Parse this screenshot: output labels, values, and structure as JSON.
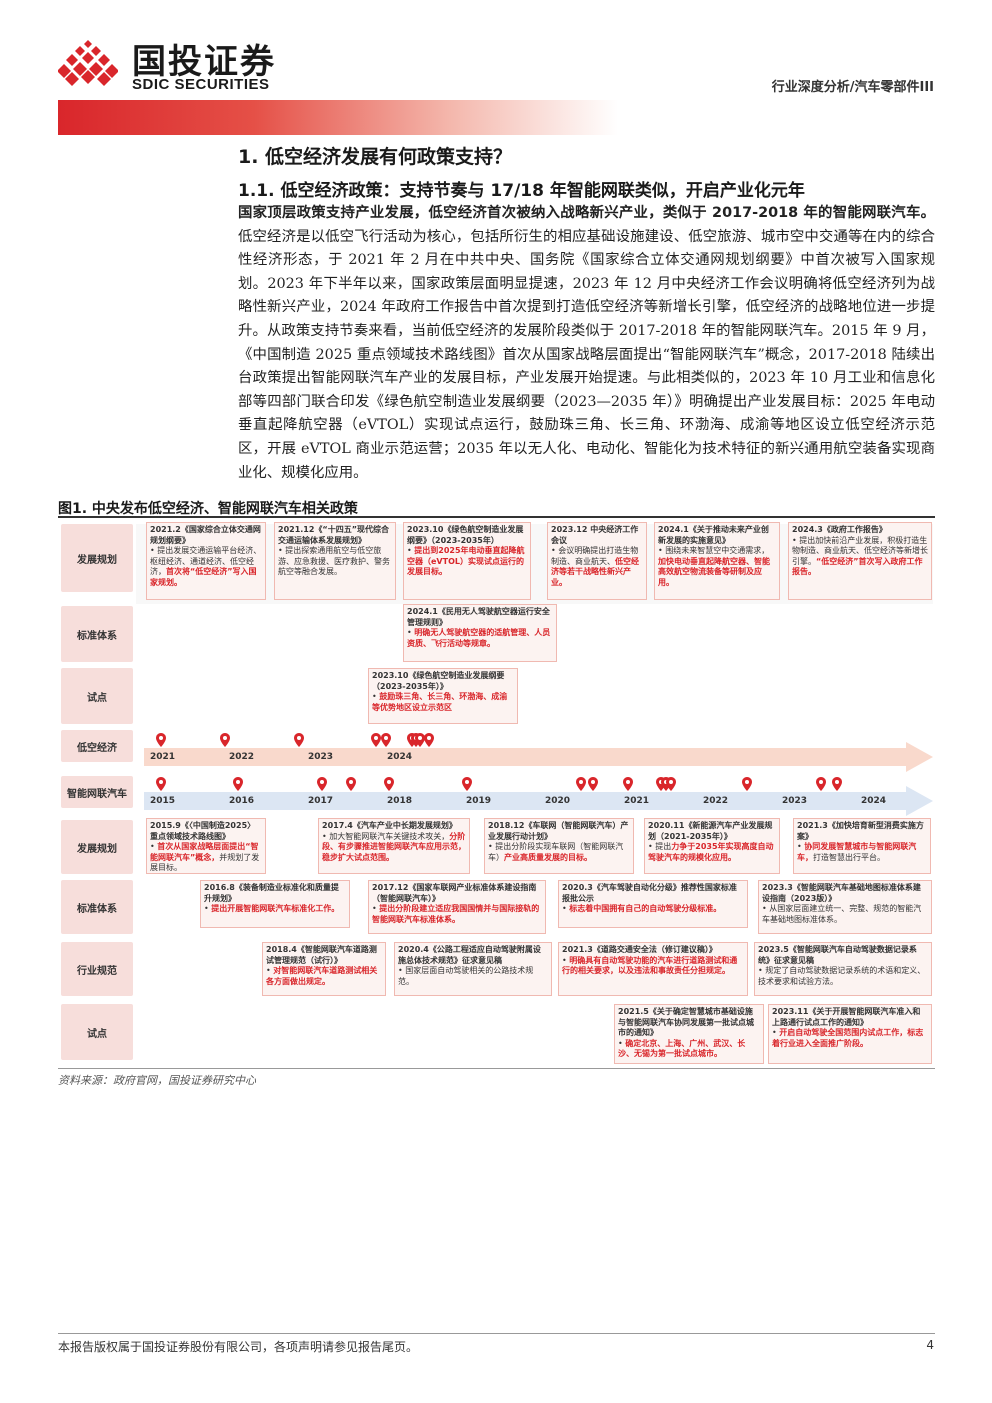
{
  "header": {
    "logo_cn": "国投证券",
    "logo_en": "SDIC SECURITIES",
    "category": "行业深度分析/汽车零部件III"
  },
  "section": {
    "h1": "1. 低空经济发展有何政策支持？",
    "h2": "1.1. 低空经济政策：支持节奏与 17/18 年智能网联类似，开启产业化元年",
    "lead_bold": "国家顶层政策支持产业发展，低空经济首次被纳入战略新兴产业，类似于 2017-2018 年的智能网联汽车。",
    "body": "低空经济是以低空飞行活动为核心，包括所衍生的相应基础设施建设、低空旅游、城市空中交通等在内的综合性经济形态，于 2021 年 2 月在中共中央、国务院《国家综合立体交通网规划纲要》中首次被写入国家规划。2023 年下半年以来，国家政策层面明显提速，2023 年 12 月中央经济工作会议明确将低空经济列为战略性新兴产业，2024 年政府工作报告中首次提到打造低空经济等新增长引擎，低空经济的战略地位进一步提升。从政策支持节奏来看，当前低空经济的发展阶段类似于 2017-2018 年的智能网联汽车。2015 年 9 月，《中国制造 2025 重点领域技术路线图》首次从国家战略层面提出“智能网联汽车”概念，2017-2018 陆续出台政策提出智能网联汽车产业的发展目标，产业发展开始提速。与此相类似的，2023 年 10 月工业和信息化部等四部门联合印发《绿色航空制造业发展纲要（2023—2035 年）》明确提出产业发展目标：2025 年电动垂直起降航空器（eVTOL）实现试点运行，鼓励珠三角、长三角、环渤海、成渝等地区设立低空经济示范区，开展 eVTOL 商业示范运营；2035 年以无人化、电动化、智能化为技术特征的新兴通用航空装备实现商业化、规模化应用。"
  },
  "figure": {
    "title": "图1. 中央发布低空经济、智能网联汽车相关政策",
    "rows": {
      "low_dev": "发展规划",
      "low_std": "标准体系",
      "low_trial": "试点",
      "low_axis": "低空经济",
      "ev_axis": "智能网联汽车",
      "ev_dev": "发展规划",
      "ev_std": "标准体系",
      "ev_norm": "行业规范",
      "ev_trial": "试点"
    },
    "low_years": [
      "2021",
      "2022",
      "2023",
      "2024"
    ],
    "ev_years": [
      "2015",
      "2016",
      "2017",
      "2018",
      "2019",
      "2020",
      "2021",
      "2022",
      "2023",
      "2024"
    ],
    "low_cards": {
      "c1": {
        "d": "2021.2《国家综合立体交通网规划纲要》",
        "t": "• 提出发展交通运输平台经济、枢纽经济、通道经济、低空经济，",
        "r": "首次将“低空经济”写入国家规划。"
      },
      "c2": {
        "d": "2021.12《“十四五”现代综合交通运输体系发展规划》",
        "t": "• 提出探索通用航空与低空旅游、应急救援、医疗救护、警务航空等融合发展。",
        "r": ""
      },
      "c3": {
        "d": "2023.10《绿色航空制造业发展纲要》（2023-2035年）",
        "t": "• ",
        "r": "提出到2025年电动垂直起降航空器（eVTOL）实现试点运行的发展目标。"
      },
      "c4": {
        "d": "2023.12 中央经济工作会议",
        "t": "• 会议明确提出打造生物制造、商业航天、",
        "r": "低空经济等若干战略性新兴产业。"
      },
      "c5": {
        "d": "2024.1《关于推动未来产业创新发展的实施意见》",
        "t": "• 围绕未来智慧空中交通需求，",
        "r": "加快电动垂直起降航空器、智能高效航空物流装备等研制及应用。"
      },
      "c6": {
        "d": "2024.3《政府工作报告》",
        "t": "• 提出加快前沿产业发展，积极打造生物制造、商业航天、低空经济等新增长引擎。",
        "r": "“低空经济”首次写入政府工作报告。"
      },
      "c7": {
        "d": "2024.1《民用无人驾驶航空器运行安全管理规则》",
        "t": "• ",
        "r": "明确无人驾驶航空器的适航管理、人员资质、飞行活动等规章。"
      },
      "c8": {
        "d": "2023.10《绿色航空制造业发展纲要（2023-2035年）》",
        "t": "• ",
        "r": "鼓励珠三角、长三角、环渤海、成渝等优势地区设立示范区"
      }
    },
    "ev_cards": {
      "e1": {
        "d": "2015.9《〈中国制造2025〉重点领域技术路线图》",
        "t": "• ",
        "r": "首次从国家战略层面提出“智能网联汽车”概念，",
        "t2": "并规划了发展目标。"
      },
      "e2": {
        "d": "2017.4《汽车产业中长期发展规划》",
        "t": "• 加大智能网联汽车关键技术攻关，",
        "r": "分阶段、有步骤推进智能网联汽车应用示范，稳步扩大试点范围。",
        "t2": ""
      },
      "e3": {
        "d": "2018.12《车联网（智能网联汽车）产业发展行动计划》",
        "t": "• 提出分阶段实现车联网（智能网联汽车）",
        "r": "产业高质量发展的目标。",
        "t2": ""
      },
      "e4": {
        "d": "2020.11《新能源汽车产业发展规划（2021-2035年）》",
        "t": "• 提出",
        "r": "力争于2035年实现高度自动驾驶汽车的规模化应用。",
        "t2": ""
      },
      "e5": {
        "d": "2021.3《加快培育新型消费实施方案》",
        "t": "• ",
        "r": "协同发展智慧城市与智能网联汽车，",
        "t2": "打造智慧出行平台。"
      },
      "e6": {
        "d": "2016.8《装备制造业标准化和质量提升规划》",
        "t": "• ",
        "r": "提出开展智能网联汽车标准化工作。",
        "t2": ""
      },
      "e7": {
        "d": "2017.12《国家车联网产业标准体系建设指南（智能网联汽车）》",
        "t": "• ",
        "r": "提出分阶段建立适应我国国情并与国际接轨的智能网联汽车标准体系。",
        "t2": ""
      },
      "e8": {
        "d": "2020.3《汽车驾驶自动化分级》推荐性国家标准报批公示",
        "t": "• ",
        "r": "标志着中国拥有自己的自动驾驶分级标准。",
        "t2": ""
      },
      "e9": {
        "d": "2023.3《智能网联汽车基础地图标准体系建设指南（2023版）》",
        "t": "• 从国家层面建立统一、完整、规范的智能汽车基础地图标准体系。",
        "r": "",
        "t2": ""
      },
      "e10": {
        "d": "2018.4《智能网联汽车道路测试管理规范（试行）》",
        "t": "• ",
        "r": "对智能网联汽车道路测试相关各方面做出规定。",
        "t2": ""
      },
      "e11": {
        "d": "2020.4《公路工程适应自动驾驶附属设施总体技术规范》征求意见稿",
        "t": "• 国家层面自动驾驶相关的公路技术规范。",
        "r": "",
        "t2": ""
      },
      "e12": {
        "d": "2021.3《道路交通安全法（修订建议稿）》",
        "t": "• ",
        "r": "明确具有自动驾驶功能的汽车进行道路测试和通行的相关要求，以及违法和事故责任分担规定。",
        "t2": ""
      },
      "e13": {
        "d": "2023.5《智能网联汽车自动驾驶数据记录系统》征求意见稿",
        "t": "• 规定了自动驾驶数据记录系统的术语和定义、技术要求和试验方法。",
        "r": "",
        "t2": ""
      },
      "e14": {
        "d": "2021.5《关于确定智慧城市基础设施与智能网联汽车协同发展第一批试点城市的通知》",
        "t": "• ",
        "r": "确定北京、上海、广州、武汉、长沙、无锡为第一批试点城市。",
        "t2": ""
      },
      "e15": {
        "d": "2023.11《关于开展智能网联汽车准入和上路通行试点工作的通知》",
        "t": "• ",
        "r": "开启自动驾驶全国范围内试点工作，标志着行业进入全面推广阶段。",
        "t2": ""
      }
    },
    "source": "资料来源：政府官网，国投证券研究中心"
  },
  "footer": {
    "text": "本报告版权属于国投证券股份有限公司，各项声明请参见报告尾页。",
    "page": "4"
  },
  "colors": {
    "brand_red": "#d9262b",
    "card_border": "#f0b9b1",
    "label_bg": "#f7dedb",
    "arrow_low": "#f9d9cc",
    "arrow_ev": "#dce6f3"
  }
}
